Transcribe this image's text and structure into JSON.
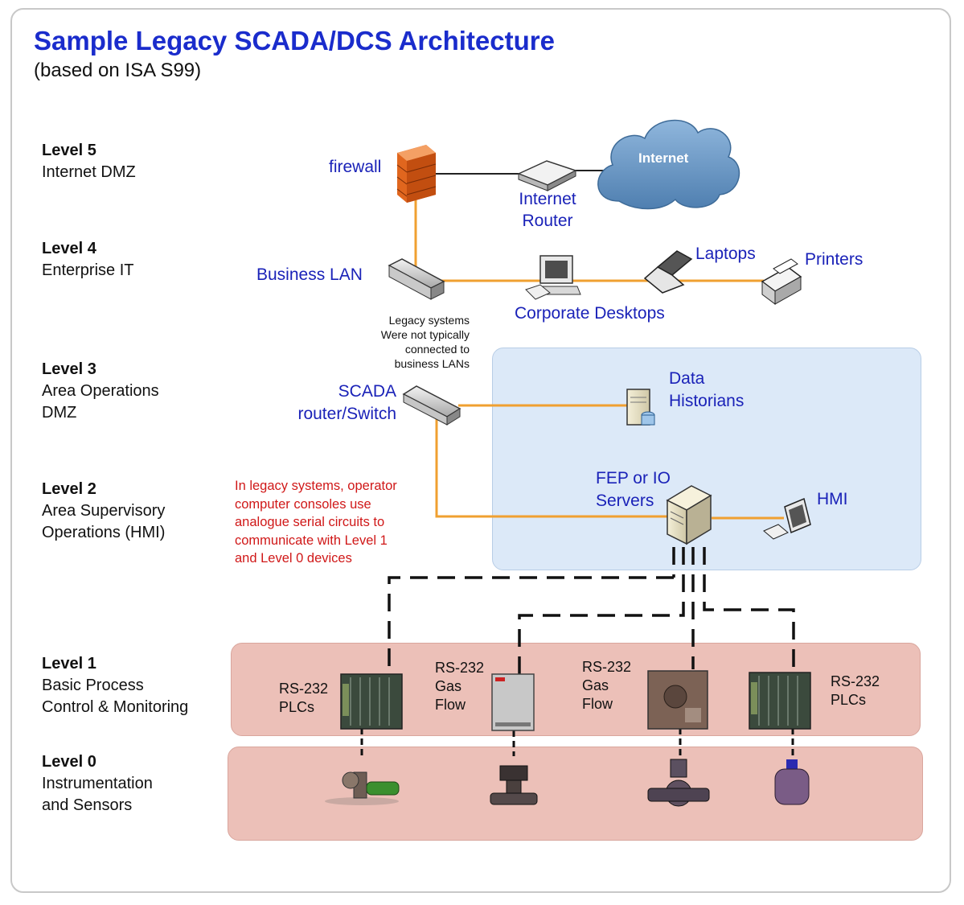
{
  "title": "Sample Legacy SCADA/DCS Architecture",
  "subtitle": "(based on ISA S99)",
  "levels": [
    {
      "number": "Level 5",
      "lines": [
        "Internet DMZ"
      ]
    },
    {
      "number": "Level 4",
      "lines": [
        "Enterprise IT"
      ]
    },
    {
      "number": "Level 3",
      "lines": [
        "Area Operations",
        "DMZ"
      ]
    },
    {
      "number": "Level 2",
      "lines": [
        "Area Supervisory",
        "Operations (HMI)"
      ]
    },
    {
      "number": "Level 1",
      "lines": [
        "Basic Process",
        "Control & Monitoring"
      ]
    },
    {
      "number": "Level 0",
      "lines": [
        "Instrumentation",
        "and Sensors"
      ]
    }
  ],
  "nodes": {
    "firewall": "firewall",
    "internet": "Internet",
    "internet_router": [
      "Internet",
      "Router"
    ],
    "business_lan": "Business LAN",
    "laptops": "Laptops",
    "printers": "Printers",
    "corporate_desktops": "Corporate Desktops",
    "scada_router": [
      "SCADA",
      "router/Switch"
    ],
    "data_historians": [
      "Data",
      "Historians"
    ],
    "fep_servers": [
      "FEP or IO",
      "Servers"
    ],
    "hmi": "HMI"
  },
  "notes": {
    "legacy_lan": [
      "Legacy systems",
      "Were not typically",
      "connected to",
      "business LANs"
    ],
    "legacy_serial": "In legacy systems, operator computer consoles use analogue serial circuits to communicate with Level 1 and Level 0 devices"
  },
  "field_devices": [
    {
      "lines": [
        "RS-232",
        "PLCs"
      ]
    },
    {
      "lines": [
        "RS-232",
        "Gas",
        "Flow"
      ]
    },
    {
      "lines": [
        "RS-232",
        "Gas",
        "Flow"
      ]
    },
    {
      "lines": [
        "RS-232",
        "PLCs"
      ]
    }
  ],
  "colors": {
    "title": "#1a2ccc",
    "node_label": "#1a22b8",
    "note_red": "#d01818",
    "network_line": "#f0a030",
    "serial_line": "#111111",
    "ops_zone": "#dce9f8",
    "field_zone": "#ecc0b8"
  }
}
